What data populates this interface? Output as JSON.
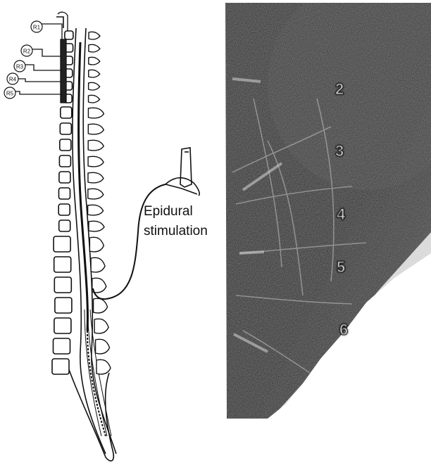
{
  "left_panel": {
    "caption_line1": "Epidural",
    "caption_line2": "stimulation",
    "electrode_labels": [
      "R1",
      "R2",
      "R3",
      "R4",
      "R5"
    ]
  },
  "right_panel": {
    "segment_labels": [
      "2",
      "3",
      "4",
      "5",
      "6"
    ]
  },
  "colors": {
    "ink": "#111111",
    "xray_dark": "#151515",
    "xray_light": "#ffffff"
  }
}
